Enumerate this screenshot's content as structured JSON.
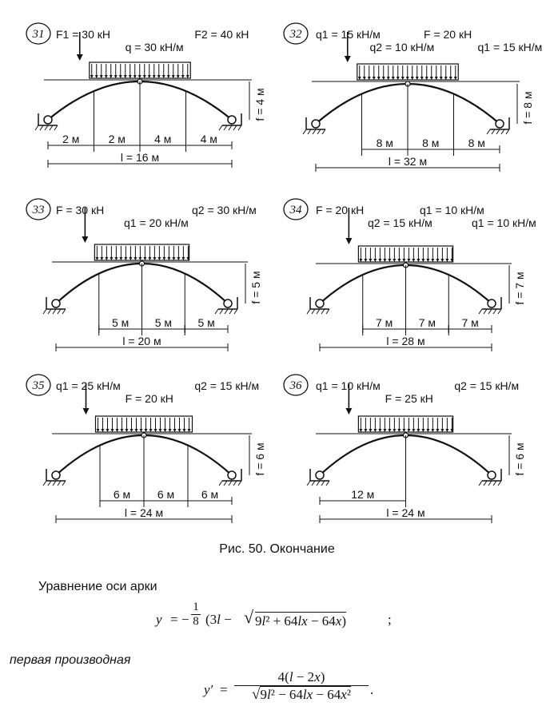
{
  "figure": {
    "panels": [
      {
        "number": "31",
        "loads": [
          "F1 = 30 кН",
          "q = 30 кН/м",
          "F2 = 40 кН"
        ],
        "dims": [
          "2 м",
          "2 м",
          "4 м",
          "4 м"
        ],
        "span": "l = 16 м",
        "rise": "f = 4 м"
      },
      {
        "number": "32",
        "loads": [
          "q1 = 15 кН/м",
          "q2 = 10 кН/м",
          "F = 20 кН",
          "q1 = 15 кН/м"
        ],
        "dims": [
          "8 м",
          "8 м",
          "8 м"
        ],
        "span": "l = 32 м",
        "rise": "f = 8 м"
      },
      {
        "number": "33",
        "loads": [
          "F = 30 кН",
          "q1 = 20 кН/м",
          "q2 = 30 кН/м"
        ],
        "dims": [
          "5 м",
          "5 м",
          "5 м"
        ],
        "span": "l = 20 м",
        "rise": "f = 5 м"
      },
      {
        "number": "34",
        "loads": [
          "F = 20 кН",
          "q2 = 15 кН/м",
          "q1 = 10 кН/м",
          "q1 = 10 кН/м"
        ],
        "dims": [
          "7 м",
          "7 м",
          "7 м"
        ],
        "span": "l = 28 м",
        "rise": "f = 7 м"
      },
      {
        "number": "35",
        "loads": [
          "q1 = 25 кН/м",
          "F = 20 кН",
          "q2 = 15 кН/м"
        ],
        "dims": [
          "6 м",
          "6 м",
          "6 м"
        ],
        "span": "l = 24 м",
        "rise": "f = 6 м"
      },
      {
        "number": "36",
        "loads": [
          "q1 = 10 кН/м",
          "F = 25 кН",
          "q2 = 15 кН/м"
        ],
        "dims": [
          "12 м"
        ],
        "span": "l = 24 м",
        "rise": "f = 6 м"
      }
    ],
    "caption": "Рис. 50. Окончание"
  },
  "text": {
    "axis_equation_label": "Уравнение оси арки",
    "axis_equation": "y = −(1/8)(3l − √(9l² + 64lx − 64x));",
    "derivative_label": "первая производная",
    "derivative": "y′ = 4(l − 2x) / √(9l² − 64lx − 64x²)."
  }
}
